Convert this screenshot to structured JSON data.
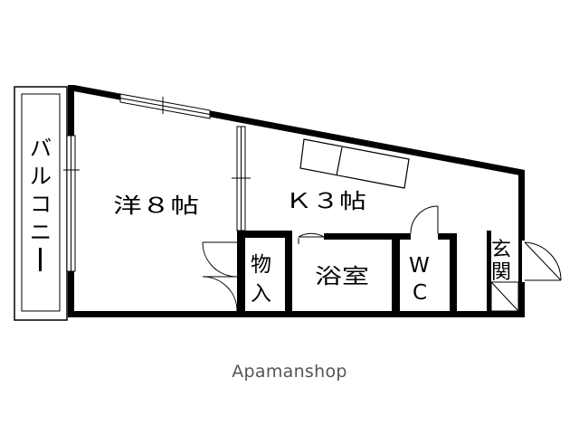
{
  "floorplan": {
    "rooms": {
      "western_room": "洋８帖",
      "kitchen": "Ｋ３帖",
      "storage": [
        "物",
        "入"
      ],
      "bathroom": "浴室",
      "toilet": [
        "W",
        "C"
      ],
      "entrance": [
        "玄",
        "関"
      ],
      "balcony": [
        "バ",
        "ル",
        "コ",
        "ニ",
        "ー"
      ]
    }
  },
  "watermark": "Apamanshop",
  "colors": {
    "wall": "#000000",
    "background": "#ffffff",
    "watermark": "#555555"
  }
}
